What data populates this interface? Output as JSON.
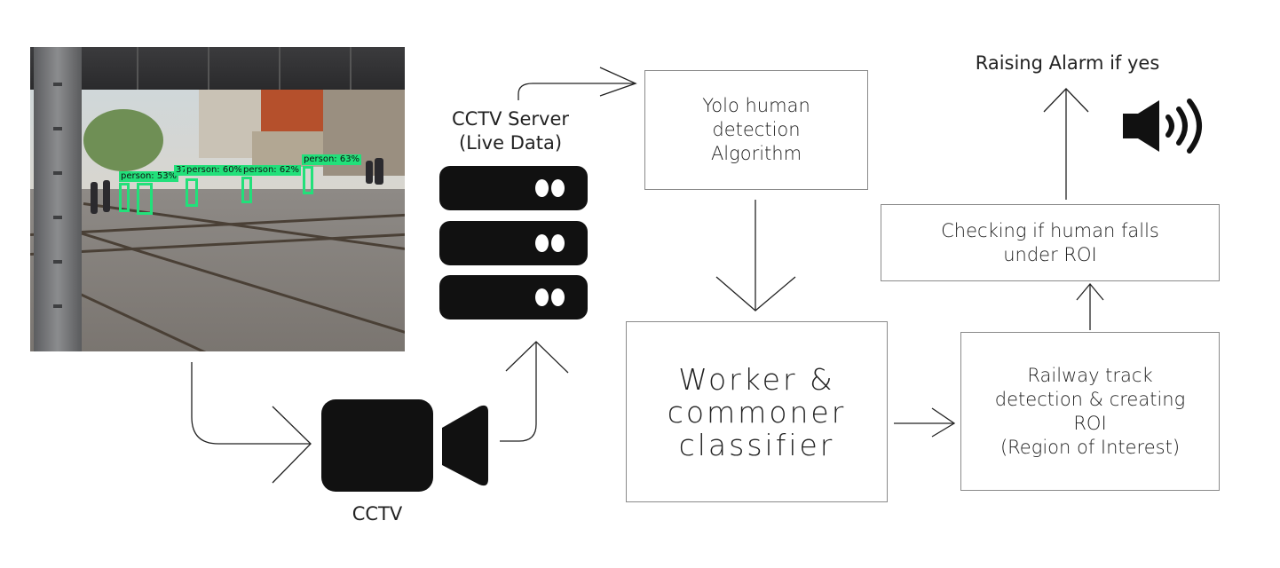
{
  "photo": {
    "detections": [
      "person: 53%",
      "37",
      "person: 60%",
      "person: 62%",
      "person: 63%"
    ]
  },
  "labels": {
    "cctv": "CCTV",
    "cctv_server": "CCTV Server\n(Live Data)",
    "raising_alarm": "Raising Alarm if yes"
  },
  "boxes": {
    "yolo": "Yolo human\ndetection\nAlgorithm",
    "classifier": "Worker &\ncommoner\nclassifier",
    "railway": "Railway track\ndetection & creating\nROI\n(Region of Interest)",
    "checking": "Checking if human falls\nunder ROI"
  },
  "icons": [
    "camera-icon",
    "server-icon",
    "speaker-icon"
  ]
}
